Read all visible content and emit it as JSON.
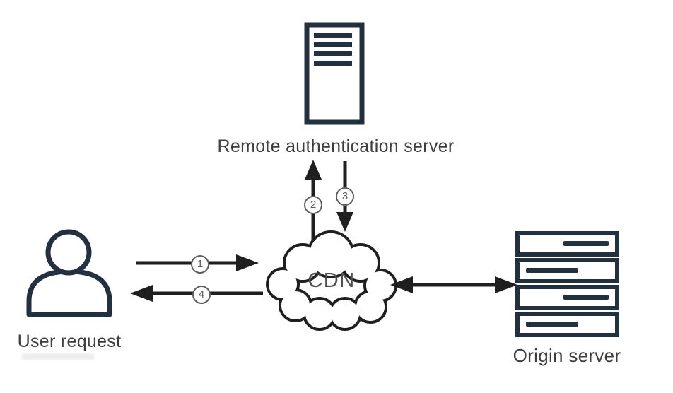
{
  "diagram": {
    "title_context": "CDN remote authentication flow",
    "nodes": {
      "auth_server": {
        "label": "Remote authentication server",
        "icon": "server-tower-icon"
      },
      "user": {
        "label": "User request",
        "icon": "person-icon"
      },
      "cdn": {
        "label": "CDN",
        "icon": "cloud-icon"
      },
      "origin": {
        "label": "Origin server",
        "icon": "server-rack-icon"
      }
    },
    "steps": {
      "s1": "1",
      "s2": "2",
      "s3": "3",
      "s4": "4"
    },
    "edges": [
      {
        "from": "user",
        "to": "cdn",
        "step": "1",
        "direction": "right"
      },
      {
        "from": "cdn",
        "to": "auth_server",
        "step": "2",
        "direction": "up"
      },
      {
        "from": "auth_server",
        "to": "cdn",
        "step": "3",
        "direction": "down"
      },
      {
        "from": "cdn",
        "to": "user",
        "step": "4",
        "direction": "left"
      },
      {
        "from": "cdn",
        "to": "origin",
        "step": "",
        "direction": "both"
      }
    ]
  },
  "colors": {
    "icon-navy": "#22303f",
    "arrow-ink": "#1f1f1f",
    "label-gray": "#3d3d3d",
    "cdn-gray": "#4f4f4f",
    "badge-gray": "#5f5f5f",
    "background": "#ffffff"
  }
}
